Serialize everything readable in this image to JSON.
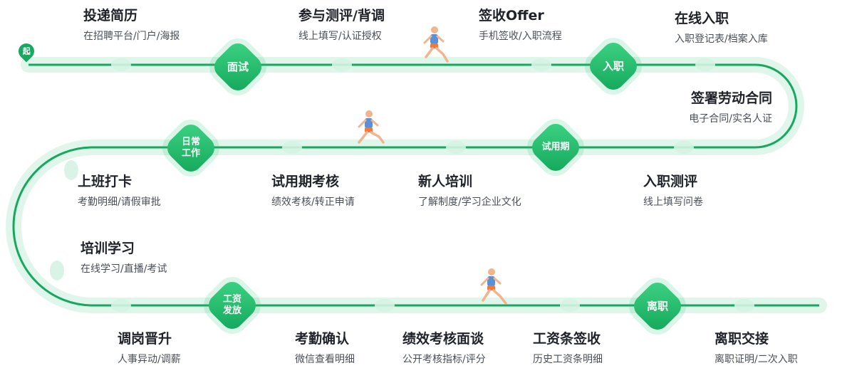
{
  "start_label": "起",
  "nodes": [
    {
      "label": "面试"
    },
    {
      "label": "入职"
    },
    {
      "label": "日常\n工作"
    },
    {
      "label": "试用期"
    },
    {
      "label": "工资\n发放"
    },
    {
      "label": "离职"
    }
  ],
  "steps": [
    {
      "title": "投递简历",
      "sub": "在招聘平台/门户/海报"
    },
    {
      "title": "参与测评/背调",
      "sub": "线上填写/认证授权"
    },
    {
      "title": "签收Offer",
      "sub": "手机签收/入职流程"
    },
    {
      "title": "在线入职",
      "sub": "入职登记表/档案入库"
    },
    {
      "title": "签署劳动合同",
      "sub": "电子合同/实名人证"
    },
    {
      "title": "上班打卡",
      "sub": "考勤明细/请假审批"
    },
    {
      "title": "试用期考核",
      "sub": "绩效考核/转正申请"
    },
    {
      "title": "新人培训",
      "sub": "了解制度/学习企业文化"
    },
    {
      "title": "入职测评",
      "sub": "线上填写问卷"
    },
    {
      "title": "培训学习",
      "sub": "在线学习/直播/考试"
    },
    {
      "title": "调岗晋升",
      "sub": "人事异动/调薪"
    },
    {
      "title": "考勤确认",
      "sub": "微信查看明细"
    },
    {
      "title": "绩效考核面谈",
      "sub": "公开考核指标/评分"
    },
    {
      "title": "工资条签收",
      "sub": "历史工资条明细"
    },
    {
      "title": "离职交接",
      "sub": "离职证明/二次入职"
    }
  ],
  "colors": {
    "track": "#17a85f",
    "node": "#1cb56a",
    "runner_shirt": "#5b8fd6",
    "runner_shorts": "#f07a3a"
  }
}
